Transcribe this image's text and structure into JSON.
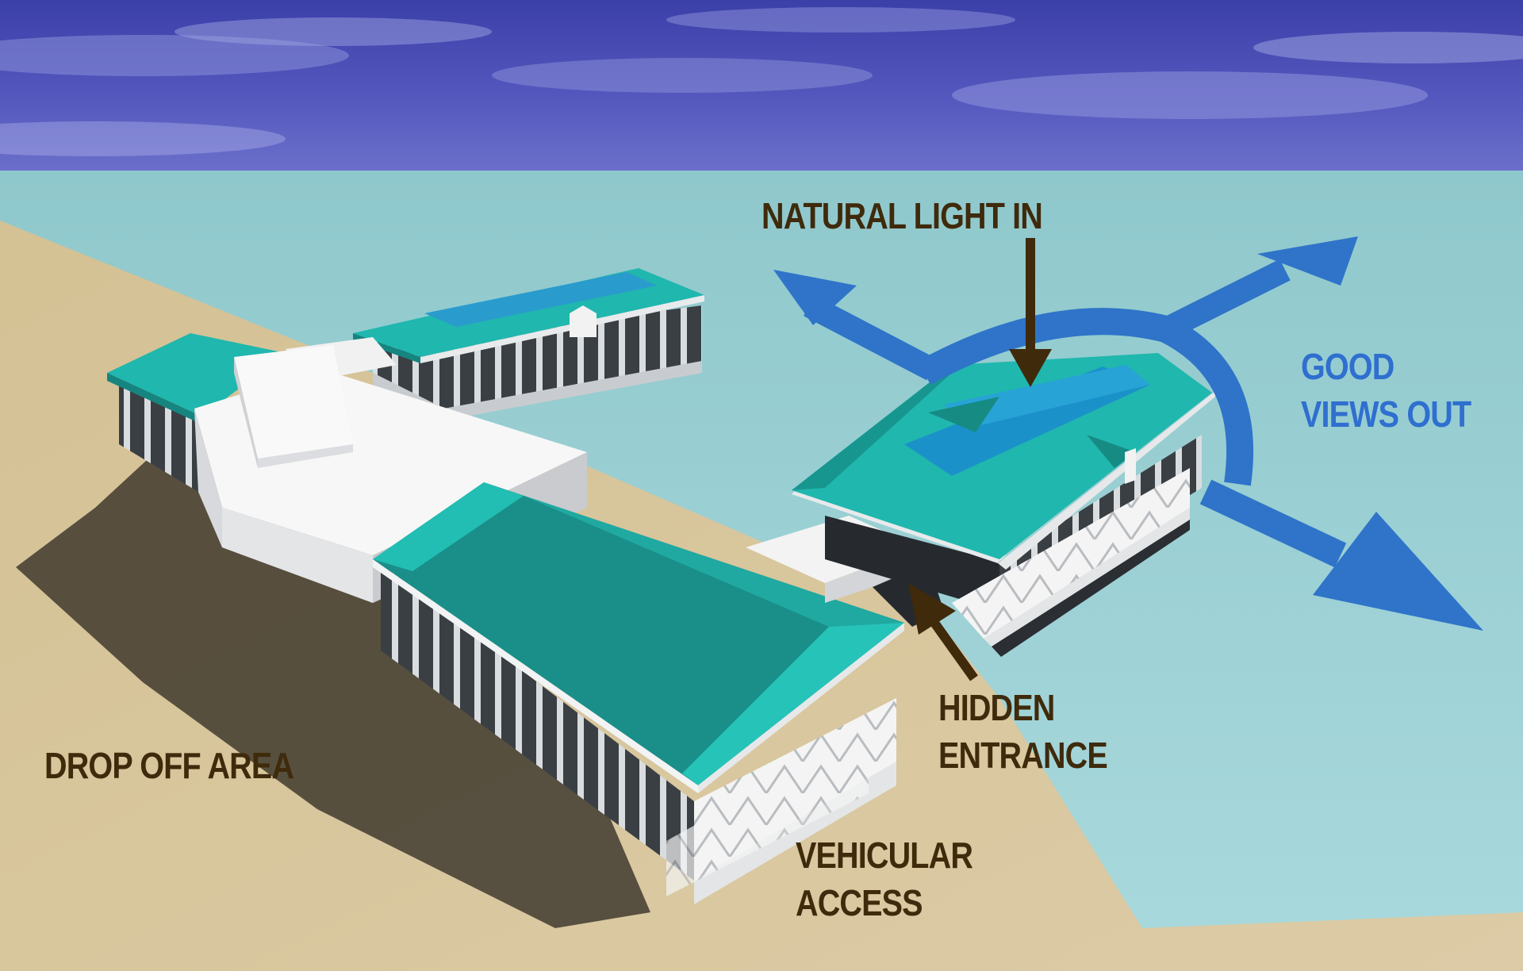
{
  "annotations": {
    "natural_light": "NATURAL LIGHT IN",
    "good_views": [
      "GOOD",
      "VIEWS OUT"
    ],
    "hidden_entrance": [
      "HIDDEN",
      "ENTRANCE"
    ],
    "drop_off": "DROP OFF AREA",
    "vehicular_access": [
      "VEHICULAR",
      "ACCESS"
    ]
  },
  "colors": {
    "label_brown": "#3f2a0c",
    "label_blue": "#2f6fcf",
    "arrow_blue": "#2f74c9",
    "arrow_brown": "#3f2a0c",
    "roof_teal": "#20b7ae",
    "roof_dark_teal": "#178a85",
    "skylight_blue": "#2299cc",
    "water": "#9cd2d6",
    "sand": "#d8c69e",
    "sky": "#4a4fb6"
  }
}
